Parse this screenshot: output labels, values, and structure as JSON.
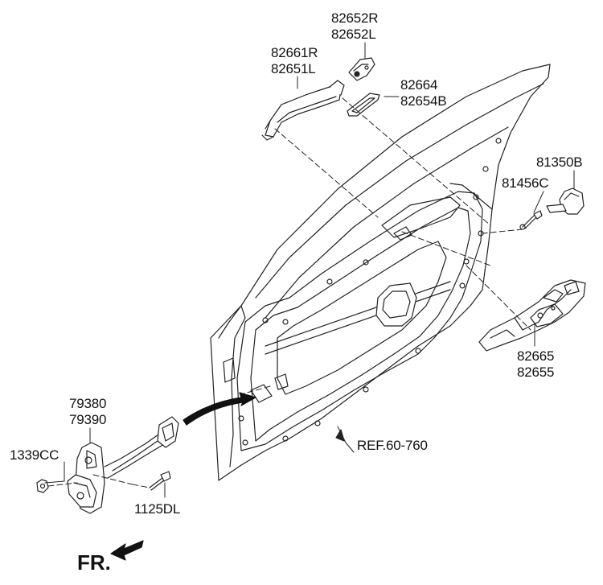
{
  "labels": {
    "handle_cover_r": "82652R",
    "handle_cover_l": "82652L",
    "handle_r": "82661R",
    "handle_l": "82651L",
    "gasket_r": "82664",
    "gasket_l": "82654B",
    "cover_b": "81350B",
    "screw_c": "81456C",
    "bracket_r": "82665",
    "bracket_l": "82655",
    "checker_r": "79380",
    "checker_l": "79390",
    "nut": "1339CC",
    "bolt": "1125DL",
    "reference": "REF.60-760",
    "front": "FR."
  }
}
